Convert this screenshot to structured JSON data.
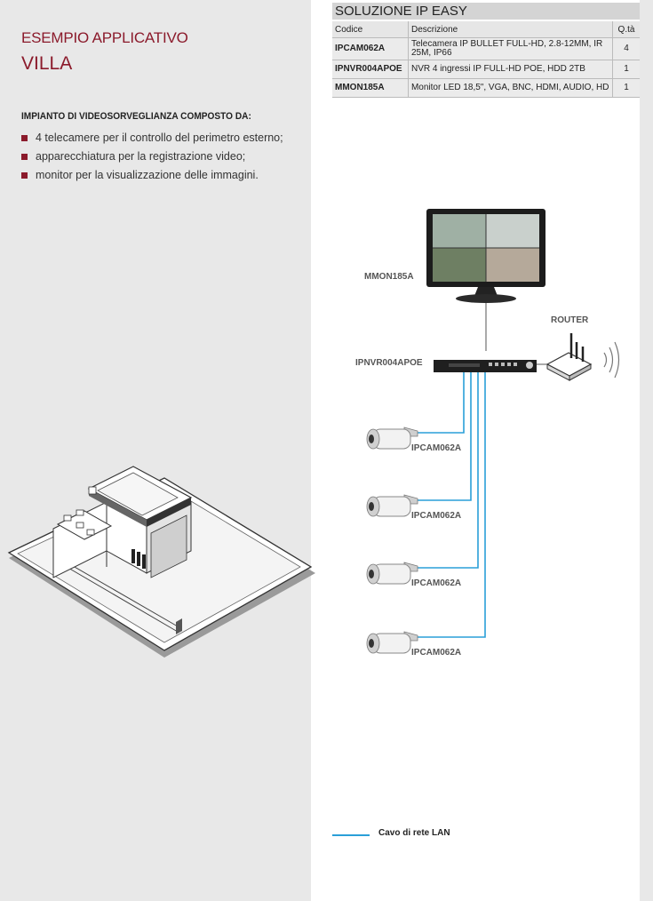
{
  "header": {
    "title_line1": "ESEMPIO APPLICATIVO",
    "title_line2": "VILLA"
  },
  "description": {
    "intro": "IMPIANTO DI VIDEOSORVEGLIANZA COMPOSTO DA:",
    "items": [
      "4 telecamere per il controllo del perimetro esterno;",
      "apparecchiatura per la registrazione video;",
      "monitor per la visualizzazione delle immagini."
    ]
  },
  "table": {
    "title": "SOLUZIONE IP EASY",
    "headers": [
      "Codice",
      "Descrizione",
      "Q.tà"
    ],
    "rows": [
      {
        "code": "IPCAM062A",
        "desc": "Telecamera IP BULLET FULL-HD, 2.8-12MM, IR 25M, IP66",
        "qty": "4"
      },
      {
        "code": "IPNVR004APOE",
        "desc": "NVR 4 ingressi IP FULL-HD POE, HDD 2TB",
        "qty": "1"
      },
      {
        "code": "MMON185A",
        "desc": "Monitor LED 18,5\", VGA, BNC, HDMI, AUDIO, HD",
        "qty": "1"
      }
    ]
  },
  "diagram": {
    "monitor_label": "MMON185A",
    "router_label": "ROUTER",
    "nvr_label": "IPNVR004APOE",
    "camera_labels": [
      "IPCAM062A",
      "IPCAM062A",
      "IPCAM062A",
      "IPCAM062A"
    ]
  },
  "legend": {
    "label": "Cavo di rete LAN",
    "color": "#2a9fd8"
  },
  "colors": {
    "accent": "#8b1a2b",
    "panel": "#e8e8e8",
    "lan": "#2a9fd8"
  }
}
